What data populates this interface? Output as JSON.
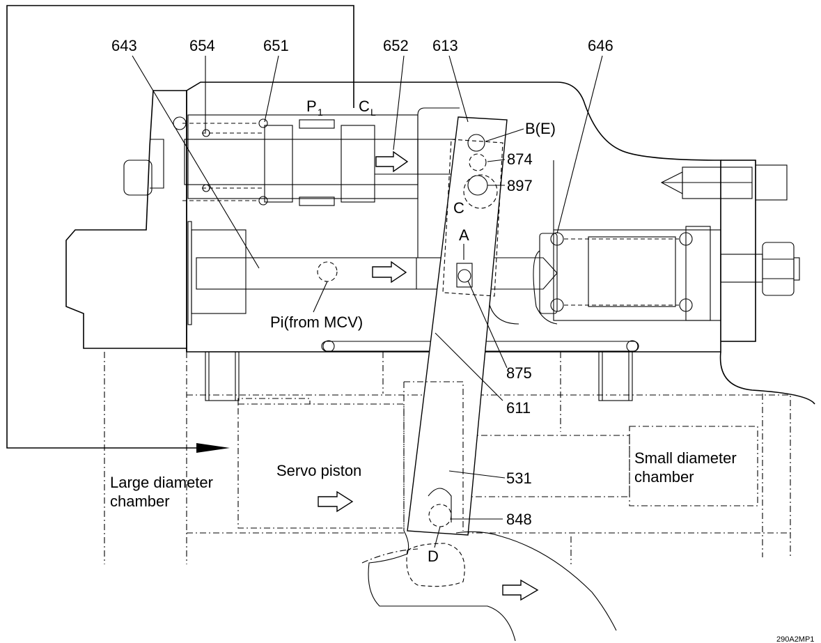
{
  "part_numbers": {
    "p643": "643",
    "p654": "654",
    "p651": "651",
    "p652": "652",
    "p613": "613",
    "p646": "646",
    "p874": "874",
    "p897": "897",
    "p875": "875",
    "p611": "611",
    "p531": "531",
    "p848": "848"
  },
  "port_labels": {
    "p1_main": "P",
    "p1_sub": "1",
    "cl_main": "C",
    "cl_sub": "L",
    "b_e": "B(E)",
    "c": "C",
    "a": "A",
    "d": "D"
  },
  "chamber_labels": {
    "pi": "Pi(from MCV)",
    "servo_piston": "Servo piston",
    "large_1": "Large diameter",
    "large_2": "chamber",
    "small_1": "Small diameter",
    "small_2": "chamber"
  },
  "drawing_code": "290A2MP1"
}
